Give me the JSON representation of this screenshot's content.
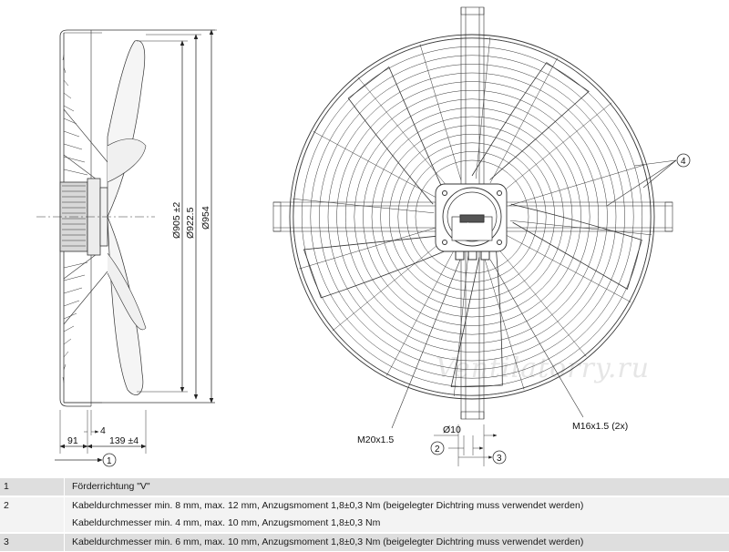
{
  "drawing": {
    "side_view": {
      "dims": {
        "d905": "Ø905 ±2",
        "d922": "Ø922.5",
        "d954": "Ø954",
        "w4": "4",
        "w91": "91",
        "w139": "139 ±4"
      },
      "callout_1": "1"
    },
    "front_view": {
      "callout_4": "4",
      "callout_2": "2",
      "callout_3": "3",
      "label_m20": "M20x1.5",
      "label_m16": "M16x1.5 (2x)",
      "label_d10": "Ø10",
      "hub_label": "ebmpapst"
    },
    "watermark": "Ventilatorry.ru"
  },
  "notes": [
    {
      "num": "1",
      "lines": [
        "Förderrichtung \"V\""
      ]
    },
    {
      "num": "2",
      "lines": [
        "Kabeldurchmesser min. 8 mm, max. 12 mm, Anzugsmoment 1,8±0,3 Nm (beigelegter Dichtring muss verwendet werden)",
        "Kabeldurchmesser min. 4 mm, max. 10 mm, Anzugsmoment 1,8±0,3 Nm"
      ]
    },
    {
      "num": "3",
      "lines": [
        "Kabeldurchmesser min. 6 mm, max. 10 mm, Anzugsmoment 1,8±0,3 Nm (beigelegter Dichtring muss verwendet werden)"
      ]
    }
  ]
}
